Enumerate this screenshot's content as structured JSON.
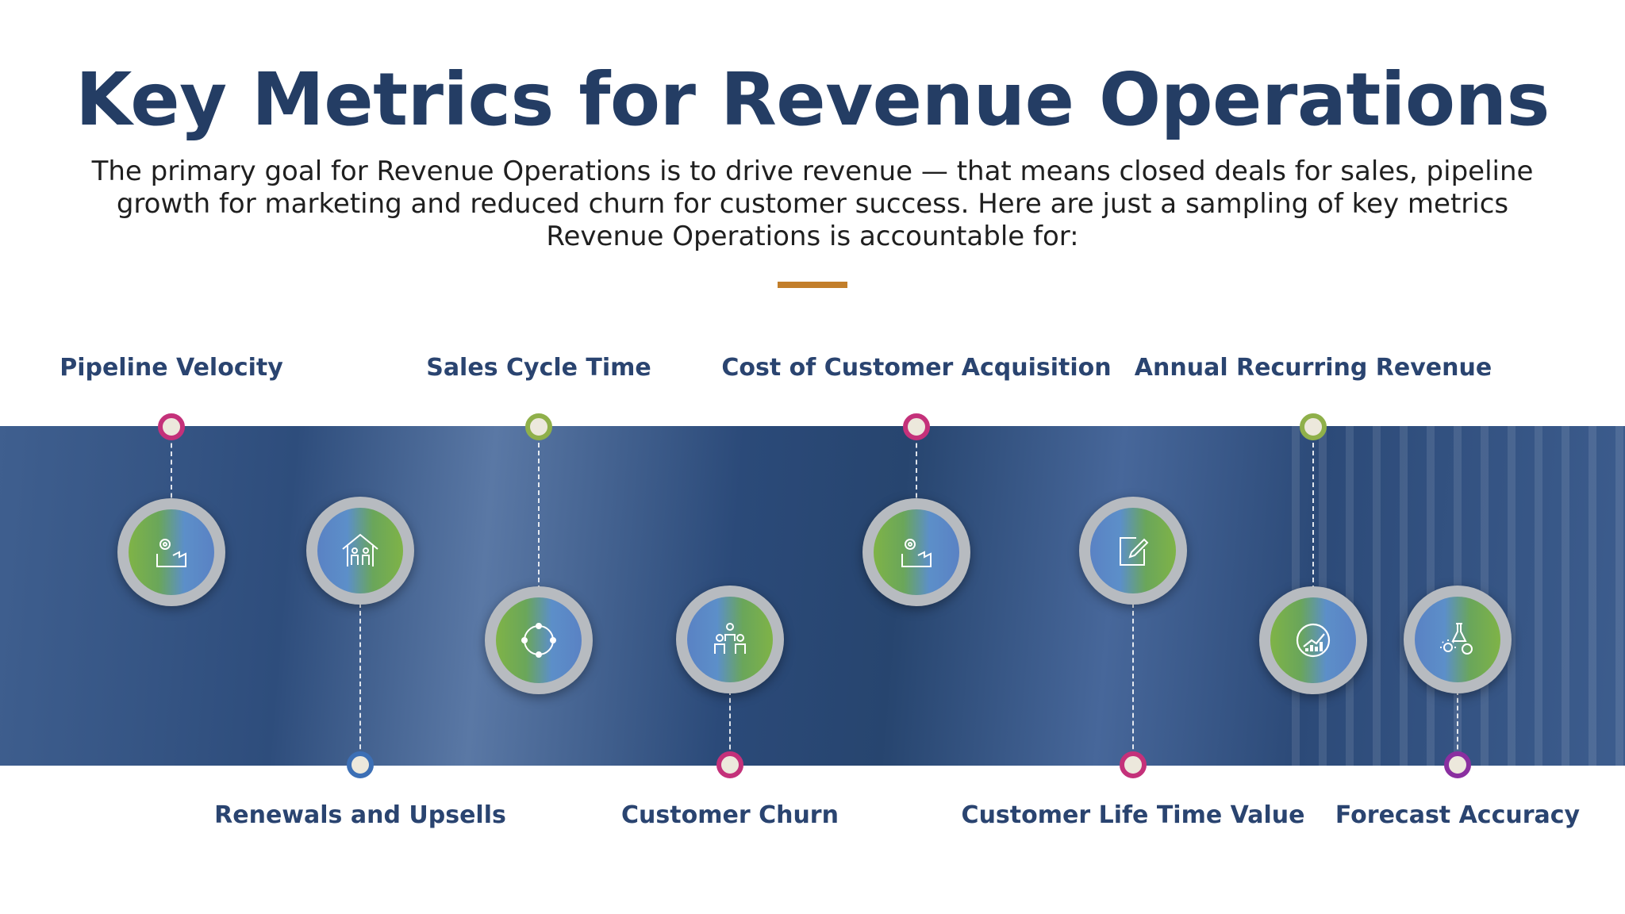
{
  "slide": {
    "title": "Key Metrics for Revenue Operations",
    "subtitle": "The primary goal for Revenue Operations is to drive revenue — that means closed deals for sales, pipeline growth for marketing and reduced churn for customer success. Here are just a sampling of key metrics Revenue Operations is accountable for:"
  },
  "colors": {
    "title": "#243d64",
    "accent_line": "#c27e2a",
    "band": "#2e4d7c",
    "pin_magenta": "#c4317a",
    "pin_green": "#8fb04a",
    "pin_blue": "#3c6fb5",
    "pin_purple": "#8a2fa0"
  },
  "metrics": [
    {
      "label": "Pipeline Velocity",
      "icon": "gear-factory-icon",
      "pin_color": "magenta",
      "label_position": "top"
    },
    {
      "label": "Renewals and Upsells",
      "icon": "family-home-icon",
      "pin_color": "blue",
      "label_position": "bottom"
    },
    {
      "label": "Sales Cycle Time",
      "icon": "cycle-arrows-icon",
      "pin_color": "green",
      "label_position": "top"
    },
    {
      "label": "Customer Churn",
      "icon": "people-group-icon",
      "pin_color": "magenta",
      "label_position": "bottom"
    },
    {
      "label": "Cost of Customer Acquisition",
      "icon": "gear-factory-icon",
      "pin_color": "magenta",
      "label_position": "top"
    },
    {
      "label": "Customer Life Time Value",
      "icon": "edit-note-icon",
      "pin_color": "magenta",
      "label_position": "bottom"
    },
    {
      "label": "Annual Recurring Revenue",
      "icon": "growth-chart-icon",
      "pin_color": "green",
      "label_position": "top"
    },
    {
      "label": "Forecast Accuracy",
      "icon": "idea-flask-icon",
      "pin_color": "purple",
      "label_position": "bottom"
    }
  ]
}
